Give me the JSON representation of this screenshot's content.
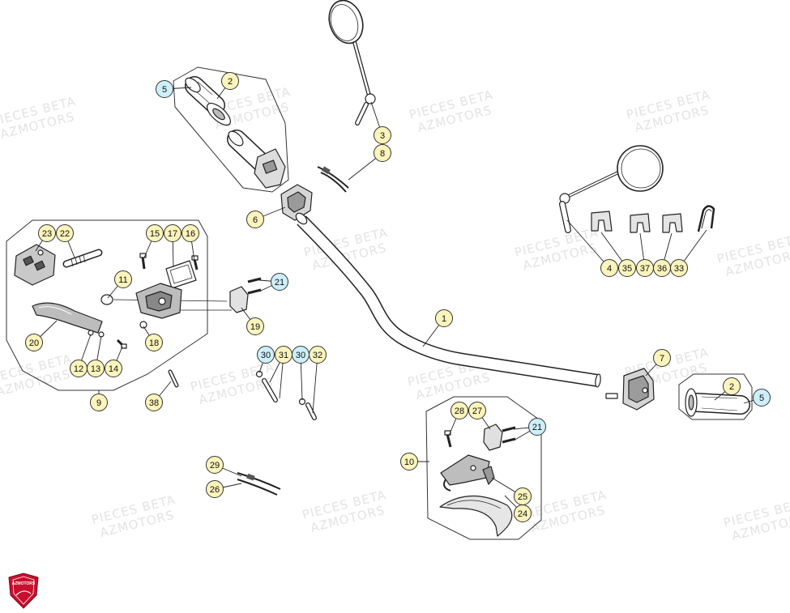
{
  "colors": {
    "callout_yellow": "#fbf4bb",
    "callout_cyan": "#cdeff9",
    "line": "#222222",
    "logo_red": "#c8102e"
  },
  "watermark": {
    "line1": "PIECES BETA",
    "line2": "AZMOTORS"
  },
  "logo": {
    "text": "AZMOTORS"
  },
  "callouts": [
    {
      "label": "5",
      "kind": "cyan"
    },
    {
      "label": "2",
      "kind": "yellow"
    },
    {
      "label": "3",
      "kind": "yellow"
    },
    {
      "label": "8",
      "kind": "yellow"
    },
    {
      "label": "6",
      "kind": "yellow"
    },
    {
      "label": "23",
      "kind": "yellow"
    },
    {
      "label": "22",
      "kind": "yellow"
    },
    {
      "label": "15",
      "kind": "yellow"
    },
    {
      "label": "17",
      "kind": "yellow"
    },
    {
      "label": "16",
      "kind": "yellow"
    },
    {
      "label": "11",
      "kind": "yellow"
    },
    {
      "label": "21",
      "kind": "cyan"
    },
    {
      "label": "19",
      "kind": "yellow"
    },
    {
      "label": "18",
      "kind": "yellow"
    },
    {
      "label": "20",
      "kind": "yellow"
    },
    {
      "label": "12",
      "kind": "yellow"
    },
    {
      "label": "13",
      "kind": "yellow"
    },
    {
      "label": "14",
      "kind": "yellow"
    },
    {
      "label": "9",
      "kind": "yellow"
    },
    {
      "label": "38",
      "kind": "yellow"
    },
    {
      "label": "30",
      "kind": "cyan"
    },
    {
      "label": "31",
      "kind": "yellow"
    },
    {
      "label": "30",
      "kind": "cyan"
    },
    {
      "label": "32",
      "kind": "yellow"
    },
    {
      "label": "1",
      "kind": "yellow"
    },
    {
      "label": "7",
      "kind": "yellow"
    },
    {
      "label": "2",
      "kind": "yellow"
    },
    {
      "label": "5",
      "kind": "cyan"
    },
    {
      "label": "4",
      "kind": "yellow"
    },
    {
      "label": "35",
      "kind": "yellow"
    },
    {
      "label": "37",
      "kind": "yellow"
    },
    {
      "label": "36",
      "kind": "yellow"
    },
    {
      "label": "33",
      "kind": "yellow"
    },
    {
      "label": "28",
      "kind": "yellow"
    },
    {
      "label": "27",
      "kind": "yellow"
    },
    {
      "label": "21",
      "kind": "cyan"
    },
    {
      "label": "10",
      "kind": "yellow"
    },
    {
      "label": "29",
      "kind": "yellow"
    },
    {
      "label": "26",
      "kind": "yellow"
    },
    {
      "label": "25",
      "kind": "yellow"
    },
    {
      "label": "24",
      "kind": "yellow"
    }
  ]
}
